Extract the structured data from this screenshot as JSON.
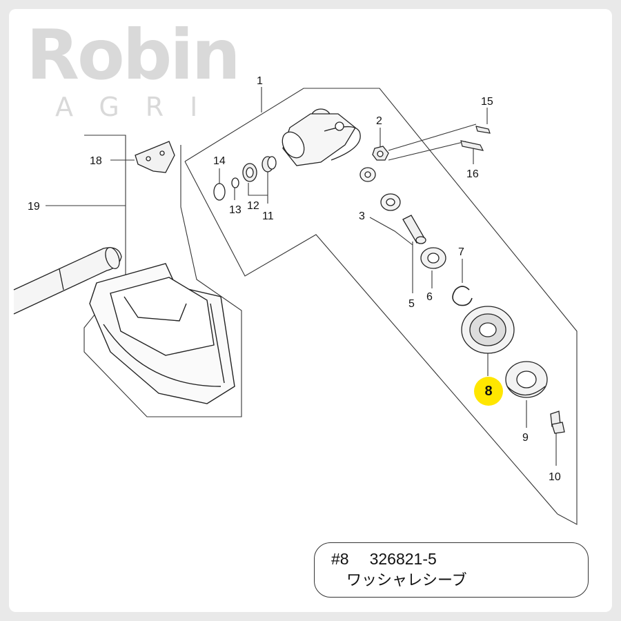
{
  "logo": {
    "brand": "Robin",
    "sub": "AGRI"
  },
  "part_labels": [
    "1",
    "2",
    "3",
    "5",
    "6",
    "7",
    "9",
    "10",
    "11",
    "12",
    "13",
    "14",
    "15",
    "16",
    "18",
    "19"
  ],
  "highlight": {
    "number": "8",
    "color": "#ffe600"
  },
  "part_info": {
    "ref": "#8",
    "code": "326821-5",
    "name": "ワッシャレシーブ"
  }
}
